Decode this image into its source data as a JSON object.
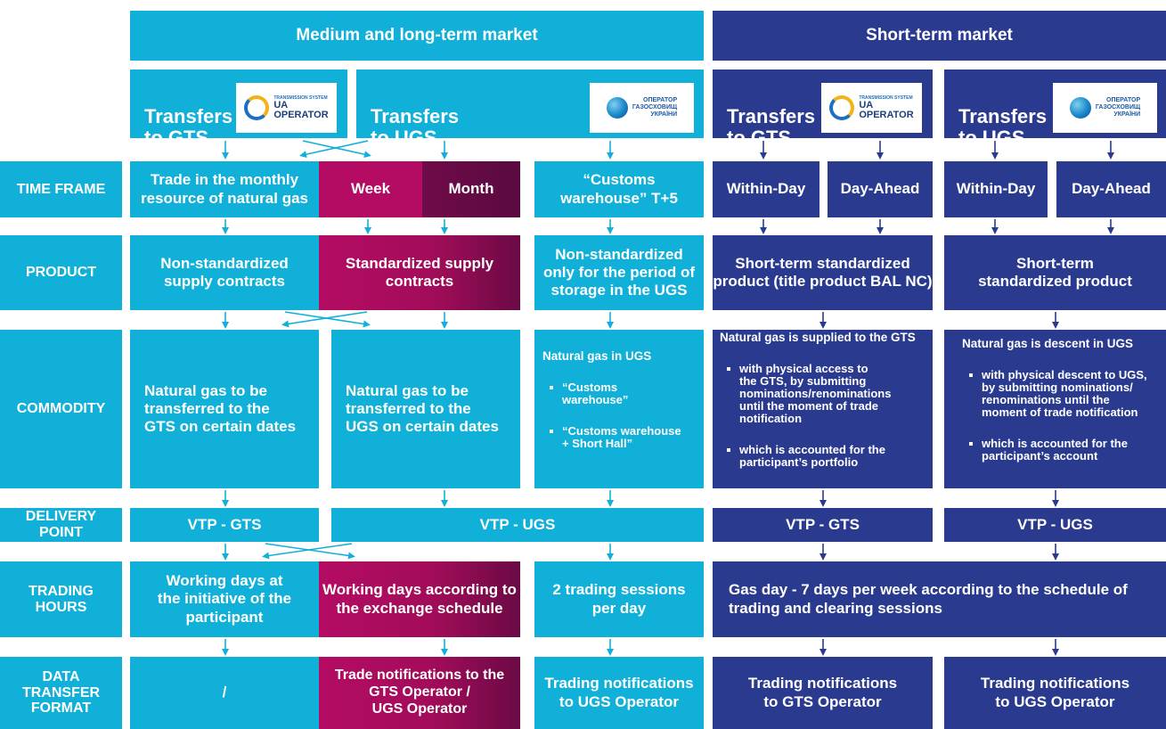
{
  "headers": {
    "medium_long": "Medium and long-term market",
    "short": "Short-term market"
  },
  "transfers": {
    "gts": "Transfers\nto GTS",
    "ugs": "Transfers\nto UGS"
  },
  "logos": {
    "gts_operator": {
      "line1": "UA",
      "line2": "OPERATOR",
      "small": "TRANSMISSION SYSTEM"
    },
    "ugs_operator": {
      "line1": "ОПЕРАТОР",
      "line2": "ГАЗОСХОВИЩ",
      "line3": "УКРАЇНИ"
    }
  },
  "row_labels": {
    "time_frame": "TIME FRAME",
    "product": "PRODUCT",
    "commodity": "COMMODITY",
    "delivery_point": "DELIVERY\nPOINT",
    "trading_hours": "TRADING\nHOURS",
    "data_transfer_format": "DATA\nTRANSFER\nFORMAT"
  },
  "time_frame": {
    "monthly_resource": "Trade in the monthly\nresource of natural gas",
    "week": "Week",
    "month": "Month",
    "customs": "“Customs\nwarehouse” T+5",
    "within_day_gts": "Within-Day",
    "day_ahead_gts": "Day-Ahead",
    "within_day_ugs": "Within-Day",
    "day_ahead_ugs": "Day-Ahead"
  },
  "product": {
    "non_standardized": "Non-standardized\nsupply contracts",
    "standardized": "Standardized supply\ncontracts",
    "storage_only": "Non-standardized\nonly for the period of\nstorage in the UGS",
    "short_gts": "Short-term standardized\nproduct (title product BAL NC)",
    "short_ugs": "Short-term\nstandardized product"
  },
  "commodity": {
    "gts_dates": "Natural gas to be\ntransferred to the\nGTS on certain dates",
    "ugs_dates": "Natural gas to be\ntransferred to the\nUGS on certain dates",
    "in_ugs": {
      "title": "Natural gas in UGS",
      "items": [
        "“Customs\nwarehouse”",
        "“Customs warehouse\n+ Short Hall”"
      ]
    },
    "supplied_gts": {
      "title": "Natural gas is supplied to the GTS",
      "items": [
        "with physical access to\nthe GTS, by submitting\nnominations/renominations\nuntil the moment of trade\nnotification",
        "which is accounted for the\nparticipant’s portfolio"
      ]
    },
    "descent_ugs": {
      "title": "Natural gas is descent in UGS",
      "items": [
        "with physical descent to UGS,\nby submitting nominations/\nrenominations until the\nmoment of trade notification",
        "which is accounted for the\nparticipant’s account"
      ]
    }
  },
  "delivery_point": {
    "vtp_gts_left": "VTP - GTS",
    "vtp_ugs_left": "VTP - UGS",
    "vtp_gts_right": "VTP - GTS",
    "vtp_ugs_right": "VTP - UGS"
  },
  "trading_hours": {
    "initiative": "Working days at\nthe initiative of the\nparticipant",
    "exchange": "Working days according to\nthe exchange schedule",
    "sessions": "2 trading sessions\nper day",
    "gas_day": "Gas day - 7 days per week according to the schedule of\ntrading and clearing sessions"
  },
  "data_transfer": {
    "slash": "/",
    "trade_notifications": "Trade notifications to the\nGTS Operator /\nUGS Operator",
    "to_ugs_left": "Trading notifications\nto UGS Operator",
    "to_gts_right": "Trading notifications\nto GTS Operator",
    "to_ugs_right": "Trading notifications\nto UGS Operator"
  },
  "colors": {
    "cyan": "#10b0d8",
    "navy": "#2a3b8f",
    "magenta": "#b40c63",
    "dark_magenta": "#5a0a40"
  }
}
